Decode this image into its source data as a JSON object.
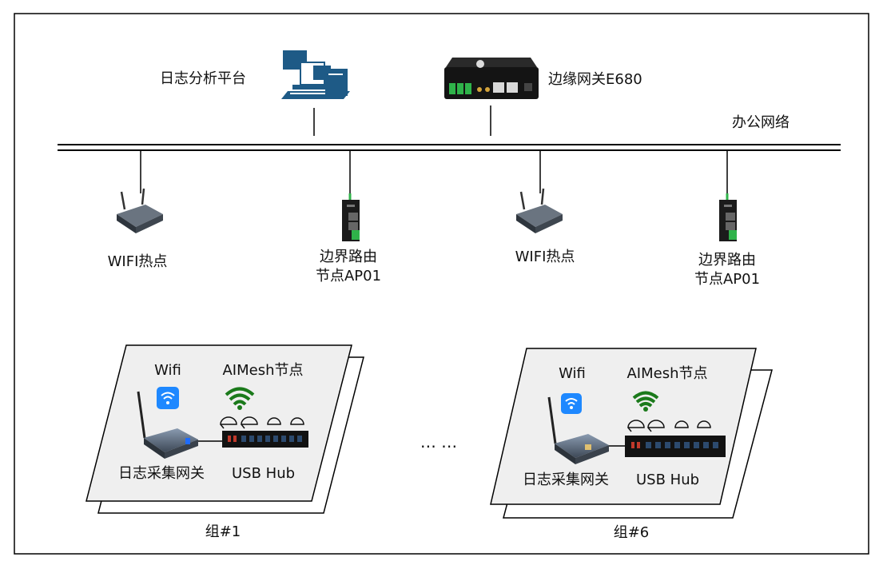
{
  "network": {
    "office_network": "办公网络"
  },
  "top_nodes": {
    "log_platform": "日志分析平台",
    "edge_gateway": "边缘网关E680"
  },
  "access": {
    "wifi_1": "WIFI热点",
    "edge_1_line1": "边界路由",
    "edge_1_line2": "节点AP01",
    "wifi_2": "WIFI热点",
    "edge_2_line1": "边界路由",
    "edge_2_line2": "节点AP01"
  },
  "groups": [
    {
      "wifi": "Wifi",
      "aimesh": "AIMesh节点",
      "collector": "日志采集网关",
      "usb_hub": "USB Hub",
      "name": "组#1"
    },
    {
      "wifi": "Wifi",
      "aimesh": "AIMesh节点",
      "collector": "日志采集网关",
      "usb_hub": "USB Hub",
      "name": "组#6"
    }
  ],
  "ellipsis": "… …",
  "colors": {
    "border": "#000000",
    "card_fill": "#efefef",
    "wifi_badge": "#1e88ff",
    "wifi_signal": "#1b7a1b",
    "monitor_blue": "#1e5a86",
    "device_dark": "#1b1b1b",
    "terminal_green": "#2fb34a"
  }
}
